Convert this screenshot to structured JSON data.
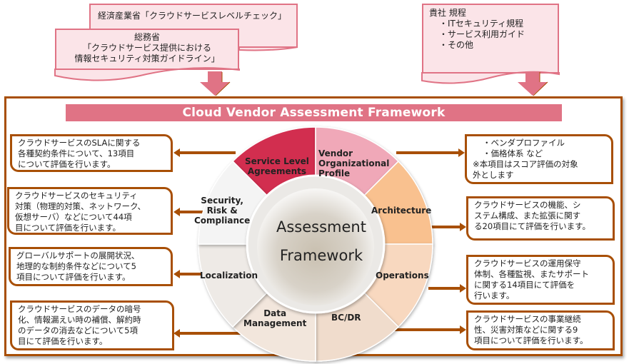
{
  "sources": {
    "meti": "経済産業省「クラウドサービスレベルチェック」",
    "mic": [
      "総務省",
      "「クラウドサービス提供における",
      "情報セキュリティ対策ガイドライン」"
    ],
    "company": [
      "貴社 規程",
      "・ITセキュリティ規程",
      "・サービス利用ガイド",
      "・その他"
    ]
  },
  "title": "Cloud Vendor Assessment Framework",
  "center": [
    "Assessment",
    "Framework"
  ],
  "segments": [
    {
      "id": "sla",
      "label": [
        "Service Level",
        "Agreements"
      ],
      "color": "#d22f4f"
    },
    {
      "id": "vendor",
      "label": [
        "Vendor",
        "Organizational",
        "Profile"
      ],
      "color": "#f0a8b8"
    },
    {
      "id": "architecture",
      "label": [
        "Architecture"
      ],
      "color": "#f9c18f"
    },
    {
      "id": "operations",
      "label": [
        "Operations"
      ],
      "color": "#f8d8bf"
    },
    {
      "id": "bcdr",
      "label": [
        "BC/DR"
      ],
      "color": "#f0dccc"
    },
    {
      "id": "data",
      "label": [
        "Data",
        "Management"
      ],
      "color": "#f2e6dc"
    },
    {
      "id": "localization",
      "label": [
        "Localization"
      ],
      "color": "#eeeae6"
    },
    {
      "id": "security",
      "label": [
        "Security,",
        "Risk &",
        "Compliance"
      ],
      "color": "#f4f4f4"
    }
  ],
  "notes_left": [
    {
      "id": "sla",
      "lines": [
        "クラウドサービスのSLAに関する",
        "各種契約条件について、13項目",
        "について評価を行います。"
      ]
    },
    {
      "id": "security",
      "lines": [
        "クラウドサービスのセキュリティ",
        "対策（物理的対策、ネットワーク、",
        "仮想サーバ）などについて44項",
        "目について評価を行います。"
      ]
    },
    {
      "id": "localization",
      "lines": [
        "グローバルサポートの展開状況、",
        "地理的な制約条件などについて5",
        "項目について評価を行います。"
      ]
    },
    {
      "id": "data",
      "lines": [
        "クラウドサービスのデータの暗号",
        "化、情報漏えい時の補償、解約時",
        "のデータの消去などについて5項",
        "目にて評価を行います。"
      ]
    }
  ],
  "notes_right": [
    {
      "id": "vendor",
      "lines": [
        "・ベンダプロファイル",
        "・価格体系 など",
        "※本項目はスコア評価の対象",
        "外とします"
      ]
    },
    {
      "id": "architecture",
      "lines": [
        "クラウドサービスの機能、シ",
        "ステム構成、また拡張に関す",
        "る20項目にて評価を行います。"
      ]
    },
    {
      "id": "operations",
      "lines": [
        "クラウドサービスの運用保守",
        "体制、各種監視、またサポート",
        "に関する14項目にて評価を",
        "行います。"
      ]
    },
    {
      "id": "bcdr",
      "lines": [
        "クラウドサービスの事業継続",
        "性、災害対策などに関する9",
        "項目について評価を行います。"
      ]
    }
  ],
  "colors": {
    "accent": "#a84f05",
    "pink": "#e07385",
    "doc_fill": "#fbe4e8"
  }
}
